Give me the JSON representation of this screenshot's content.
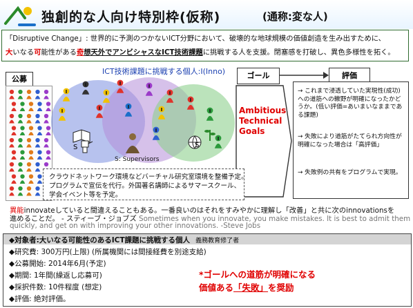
{
  "header": {
    "title": "独創的な人向け特別枠(仮称)",
    "subtitle": "(通称:変な人)"
  },
  "intro": {
    "l1": "「Disruptive Change」: 世界的に予測のつかないICT分野において、破壊的な地球規模の価値創造を生み出すために、",
    "l2_parts": [
      "大",
      "いなる",
      "可",
      "能性がある",
      "奇",
      "想天外でアンビシャスなICT技術課題",
      "に挑戦する人を支援。閉塞感を打破し、異色多様性を拓く。"
    ]
  },
  "diagram": {
    "public_label": "公募",
    "individuals_label": "ICT技術課題に挑戦する個人:I(Inno)",
    "person_letter": "I",
    "s_label_left": "S",
    "s_label_right": "S",
    "supervisors_label": "S: Supervisors",
    "goal_label": "ゴール",
    "ambitious_lines": [
      "Ambitious",
      "Technical",
      "Goals"
    ],
    "eval_label": "評価",
    "eval_items": [
      "→  これまで浸透していた実現性(成功)への道筋への轍野が明確になったかどうか。(低い評価=あいまいなままである課題)",
      "→  失敗により道筋がたてられ方向性が明確になった場合は「高評価」",
      "→  失敗例の共有をプログラムで実現。"
    ],
    "infra_lines": [
      "クラウドネットワーク環境などバーチャル研究室環境を整備予定。",
      "プログラムで宣伝を代行。外国著名講師によるサマースクール、",
      "学会イベント等を予定。"
    ],
    "colors": {
      "circle_blue": "#7b8fe0",
      "circle_purple": "#b48ed8",
      "circle_green": "#8ed08e",
      "accent_red": "#e00000",
      "title_blue": "#1a3fb0"
    }
  },
  "quote": {
    "ja_red": "異能",
    "ja_rest": "innovateしていると間違えることもある。一番良いのはそれをすみやかに理解し「改善」と共に次のinnovationsを",
    "ja_l2": "進めることだ。 - スティーブ・ジョブズ",
    "en_l1": "Sometimes when you innovate, you make mistakes. It is best to admit them",
    "en_l2": "quickly, and get on with improving your other innovations. -Steve Jobs"
  },
  "summary": {
    "target_label": "◆対象者:大いなる可能性のあるICT課題に挑戦する個人",
    "target_sub": "義務教育修了者",
    "funding": "◆研究費:  300万円(上限)  (所属機関には間接経費を別途支給)",
    "start": "◆公募開始:  2014年6月(予定)",
    "period": "◆期間:  1年間(繰返し応募可)",
    "count": "◆採択件数:  10件程度  (想定)",
    "evaluation": "◆評価:  絶対評価。"
  },
  "note": {
    "l1": "*ゴールへの道筋が明確になる",
    "l2_a": "価値ある",
    "l2_b": "「失敗」",
    "l2_c": "を奨励"
  }
}
